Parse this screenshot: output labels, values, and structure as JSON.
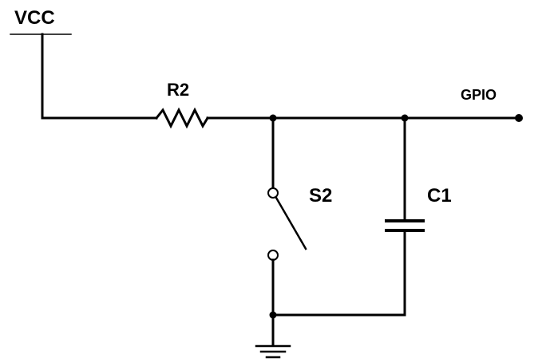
{
  "labels": {
    "vcc": "VCC",
    "resistor": "R2",
    "output": "GPIO",
    "switch": "S2",
    "capacitor": "C1"
  },
  "colors": {
    "wire": "#000000",
    "background": "#ffffff"
  }
}
